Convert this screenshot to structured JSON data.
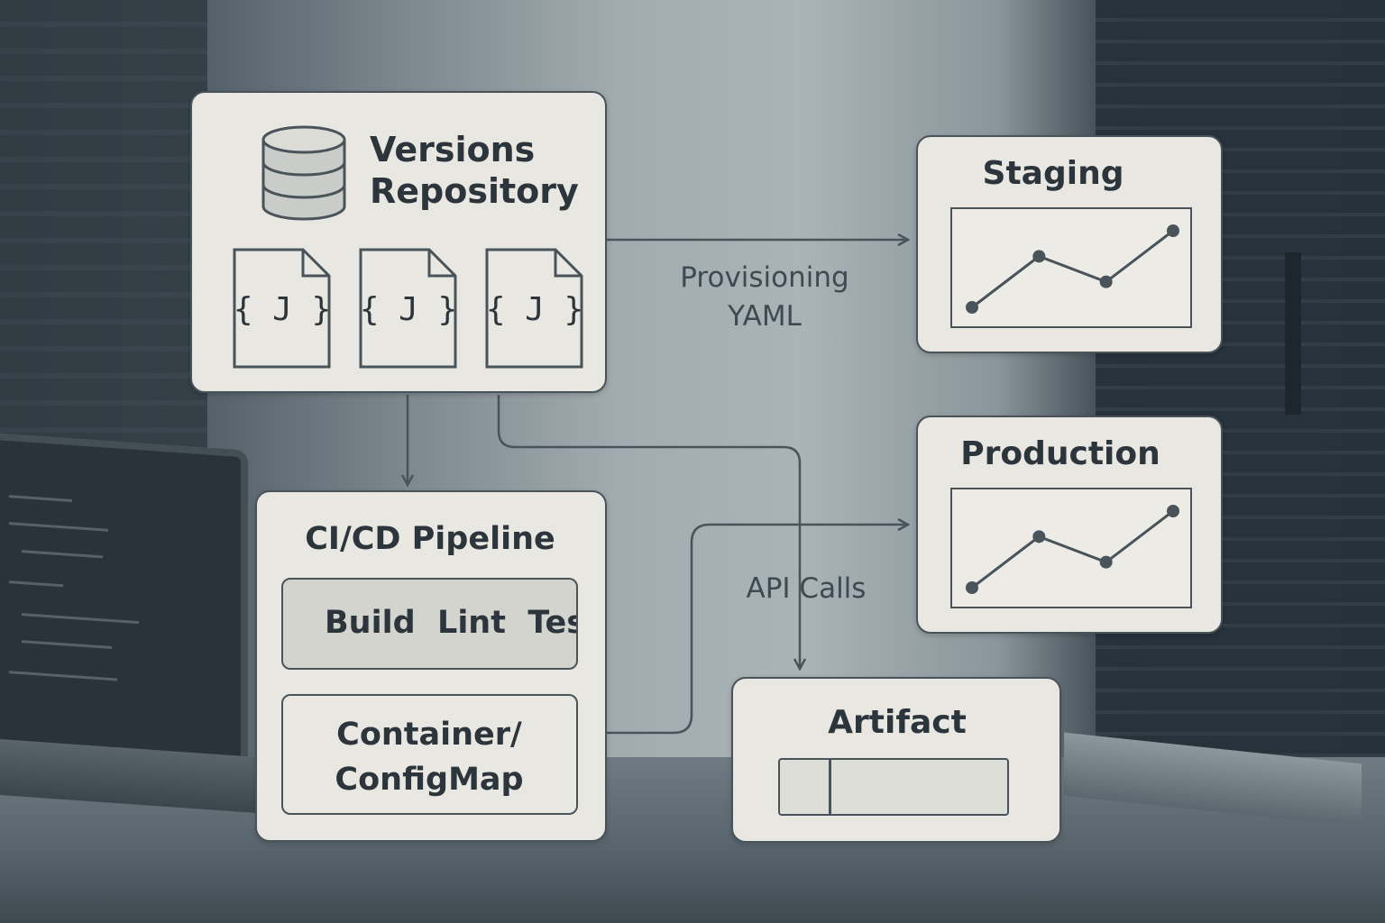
{
  "nodes": {
    "repository": {
      "title_line1": "Versions",
      "title_line2": "Repository",
      "icon": "database-icon",
      "files": [
        {
          "glyph": "{ J }",
          "icon": "json-file-icon"
        },
        {
          "glyph": "{ J }",
          "icon": "json-file-icon"
        },
        {
          "glyph": "{ J }",
          "icon": "json-file-icon"
        }
      ]
    },
    "staging": {
      "title": "Staging",
      "chart": {
        "type": "line",
        "values": [
          1,
          3,
          2,
          4
        ]
      }
    },
    "production": {
      "title": "Production",
      "chart": {
        "type": "line",
        "values": [
          1,
          3,
          2,
          4
        ]
      }
    },
    "pipeline": {
      "title": "CI/CD Pipeline",
      "stages_label": "Build  Lint  Tes",
      "container_line1": "Container/",
      "container_line2": "ConfigMap"
    },
    "artifact": {
      "title": "Artifact"
    }
  },
  "edges": {
    "provisioning": {
      "line1": "Provisioning",
      "line2": "YAML"
    },
    "api_calls": "API Calls"
  },
  "colors": {
    "panel": "#e9e7e1",
    "stroke": "#48535a",
    "text": "#2b353b"
  }
}
